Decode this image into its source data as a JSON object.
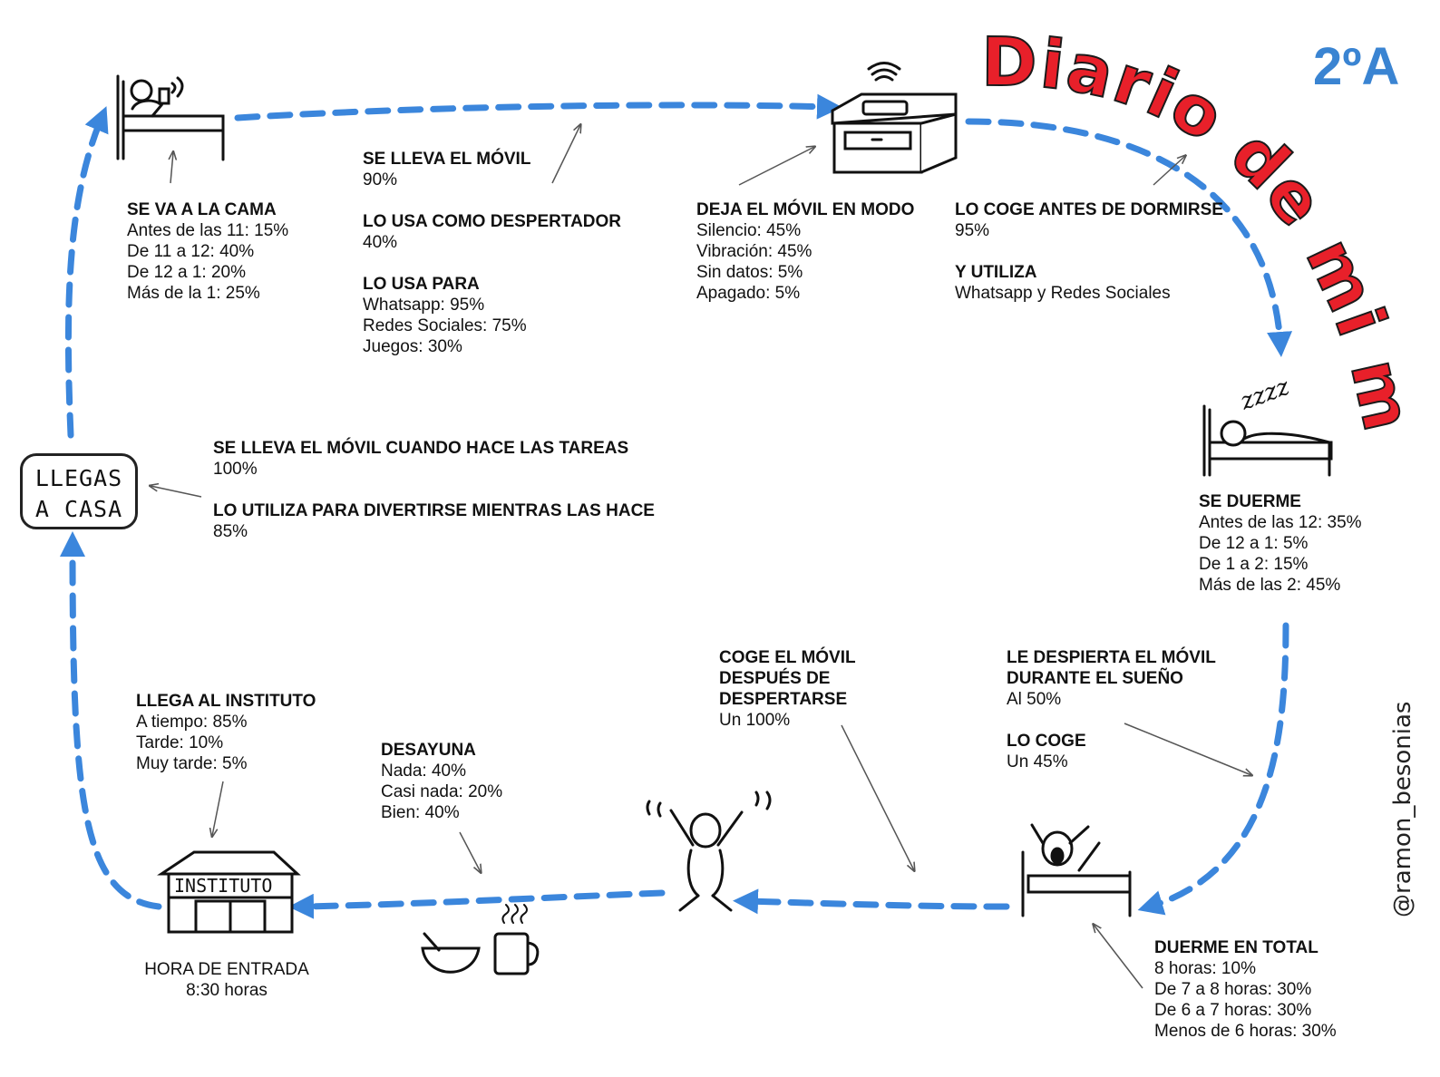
{
  "title": "Diario de mi móvil",
  "class_label": "2ºA",
  "author": "@ramon_besonias",
  "colors": {
    "arrow": "#3b86dc",
    "title": "#e8202a",
    "class": "#3a84d2"
  },
  "home": {
    "line1": "LLEGAS",
    "line2": "A CASA"
  },
  "instituto_sign": "INSTITUTO",
  "sleep_sound": "zzzz",
  "cama": {
    "heading": "SE VA A LA CAMA",
    "lines": [
      "Antes de las 11: 15%",
      "De 11 a 12: 40%",
      "De 12 a 1: 20%",
      "Más de la 1: 25%"
    ]
  },
  "movil": {
    "heading1": "SE LLEVA EL MÓVIL",
    "value1": "90%",
    "heading2": "LO USA COMO DESPERTADOR",
    "value2": "40%",
    "heading3": "LO USA PARA",
    "lines": [
      "Whatsapp: 95%",
      "Redes Sociales: 75%",
      "Juegos: 30%"
    ]
  },
  "modo": {
    "heading": "DEJA EL MÓVIL EN MODO",
    "lines": [
      "Silencio: 45%",
      "Vibración: 45%",
      "Sin datos: 5%",
      "Apagado: 5%"
    ]
  },
  "dormirse": {
    "heading1": "LO COGE ANTES DE DORMIRSE",
    "value1": "95%",
    "heading2": "Y UTILIZA",
    "value2": "Whatsapp y Redes Sociales"
  },
  "tareas": {
    "heading1": "SE LLEVA EL MÓVIL CUANDO HACE LAS TAREAS",
    "value1": "100%",
    "heading2": "LO UTILIZA PARA DIVERTIRSE MIENTRAS LAS HACE",
    "value2": "85%"
  },
  "duerme": {
    "heading": "SE DUERME",
    "lines": [
      "Antes de las 12: 35%",
      "De 12 a 1: 5%",
      "De 1 a 2: 15%",
      "Más de las 2: 45%"
    ]
  },
  "despierta": {
    "heading1a": "LE DESPIERTA EL MÓVIL",
    "heading1b": "DURANTE EL SUEÑO",
    "value1": "Al 50%",
    "heading2": "LO COGE",
    "value2": "Un 45%"
  },
  "coge": {
    "heading_a": "COGE EL MÓVIL",
    "heading_b": "DESPUÉS DE",
    "heading_c": "DESPERTARSE",
    "value": "Un 100%"
  },
  "total": {
    "heading": "DUERME EN TOTAL",
    "lines": [
      "8 horas: 10%",
      "De 7 a 8 horas: 30%",
      "De 6 a 7 horas: 30%",
      "Menos de 6 horas: 30%"
    ]
  },
  "desayuna": {
    "heading": "DESAYUNA",
    "lines": [
      "Nada: 40%",
      "Casi nada: 20%",
      "Bien: 40%"
    ]
  },
  "instituto": {
    "heading": "LLEGA AL INSTITUTO",
    "lines": [
      "A tiempo: 85%",
      "Tarde: 10%",
      "Muy tarde: 5%"
    ]
  },
  "entrada": {
    "heading": "HORA DE ENTRADA",
    "value": "8:30 horas"
  }
}
